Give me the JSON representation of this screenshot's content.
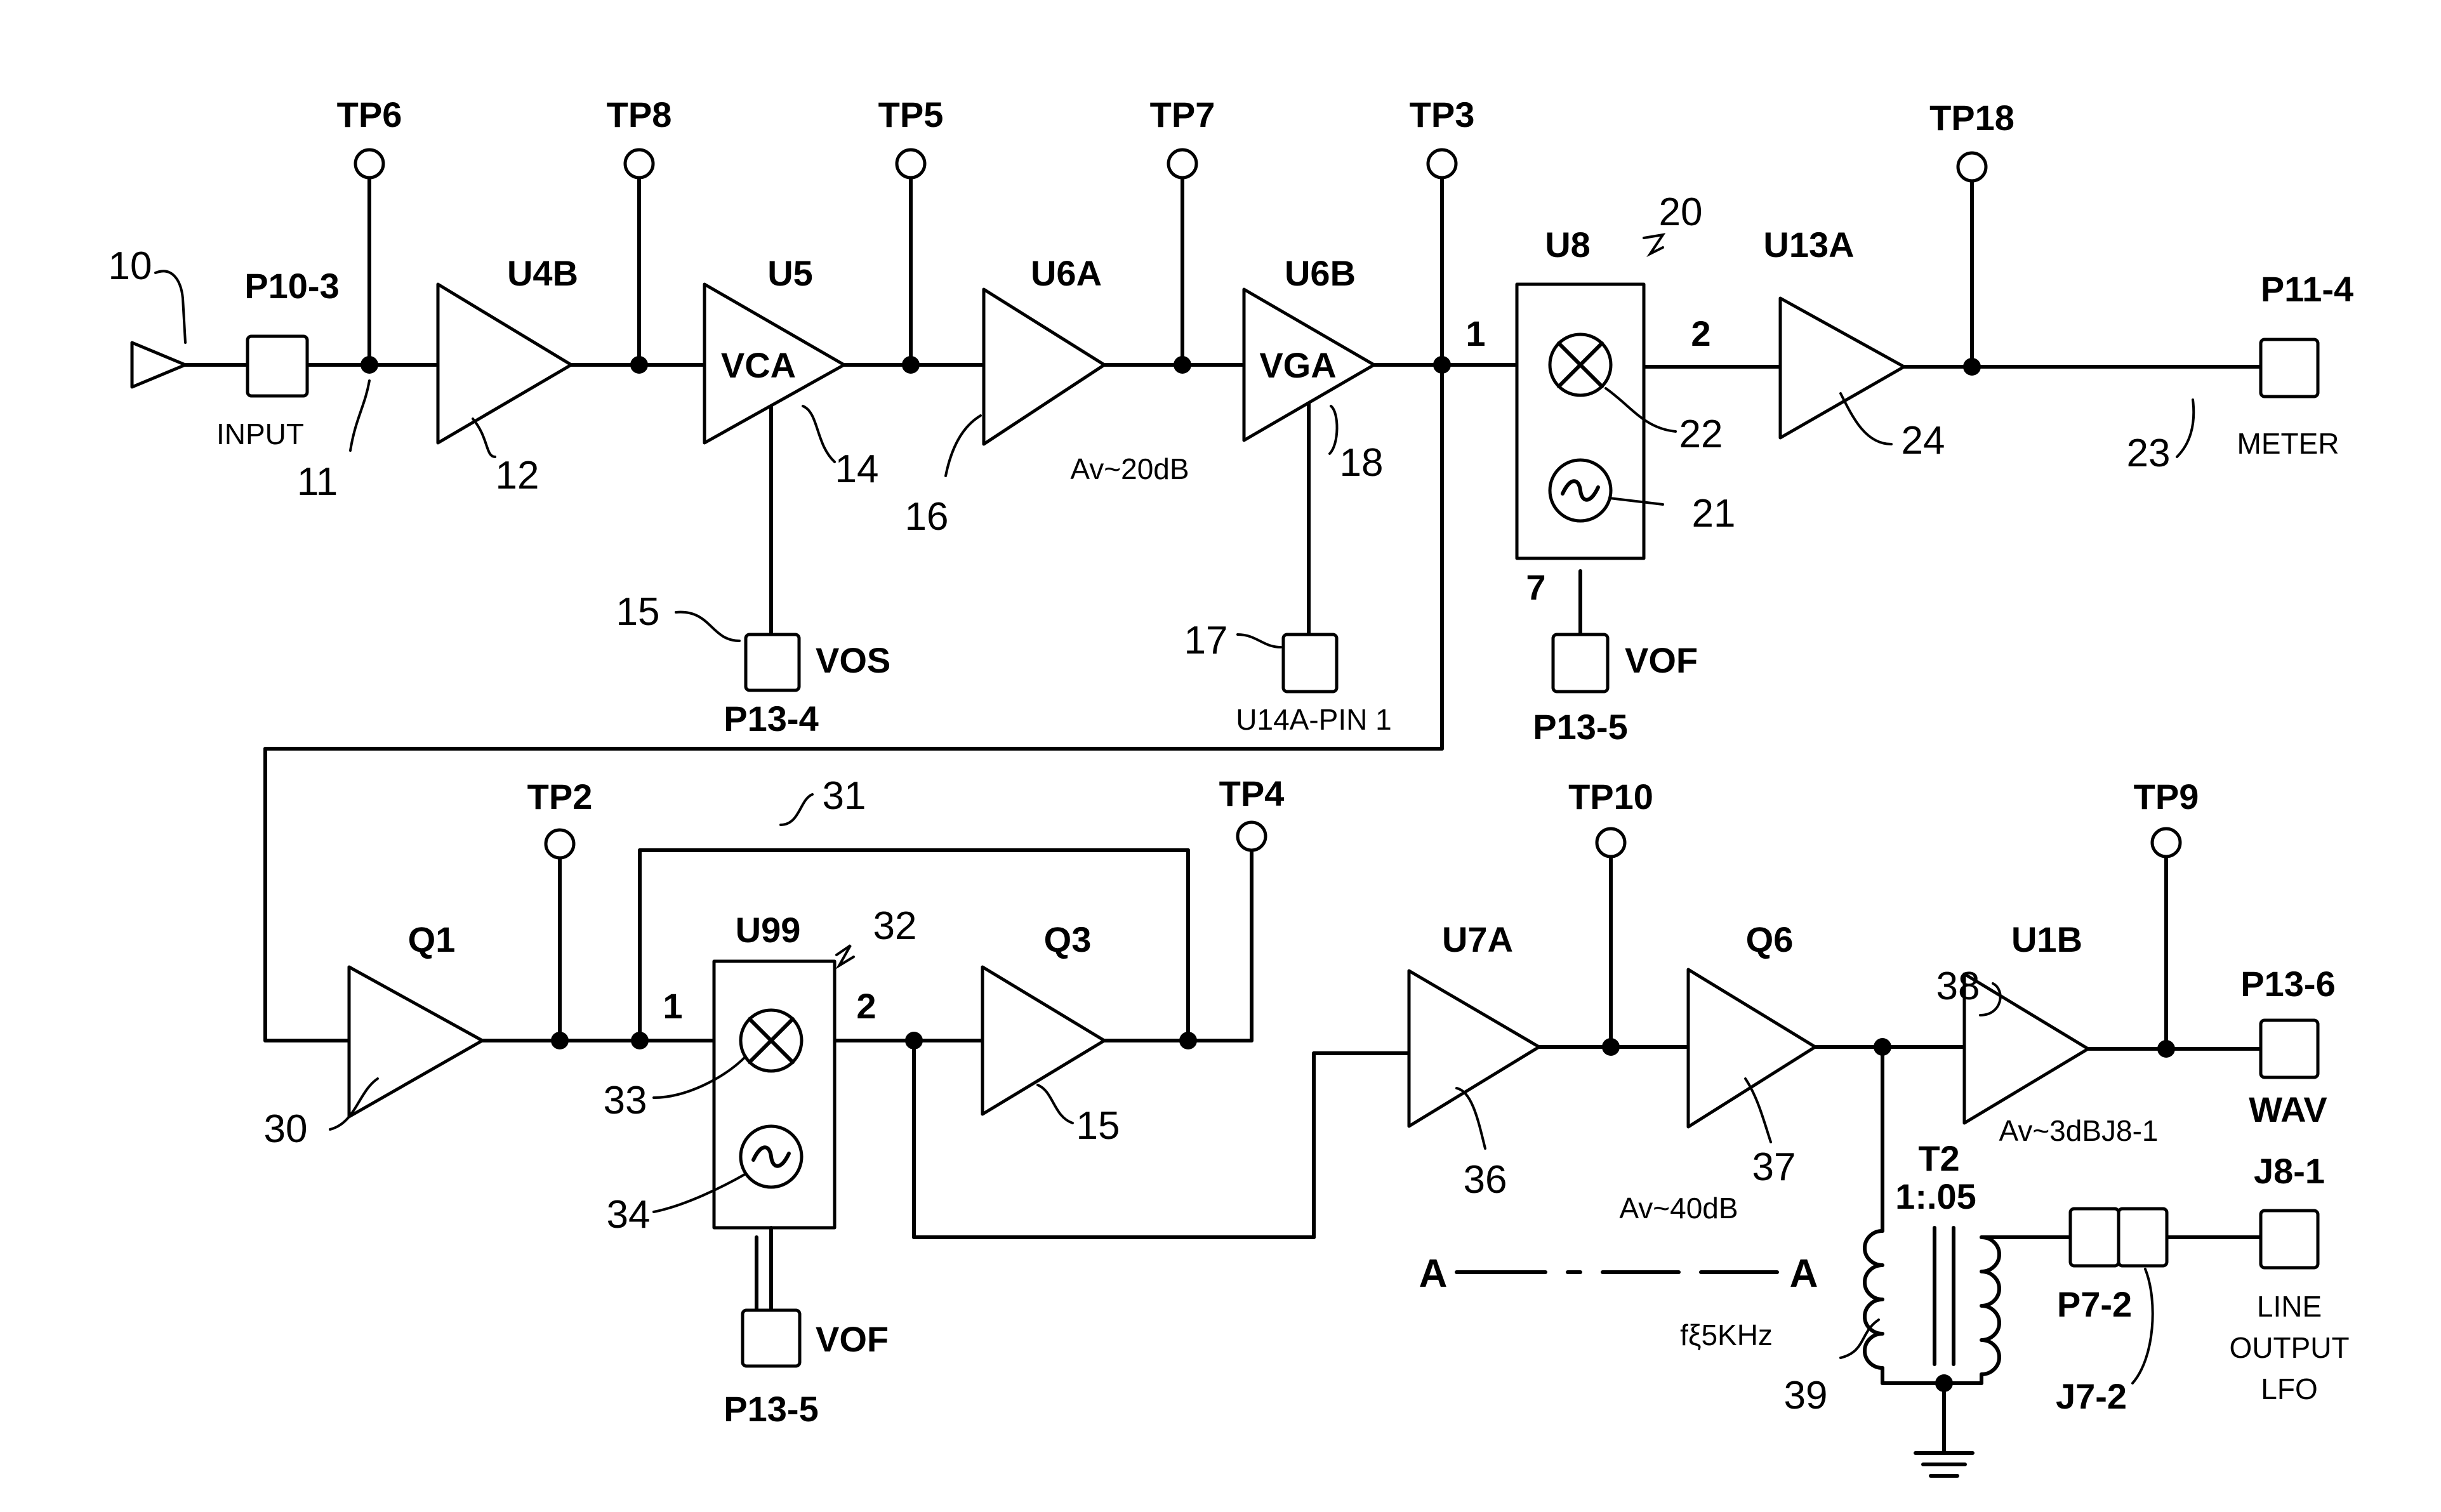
{
  "stage_labels": {
    "u4b": "U4B",
    "u5": "U5",
    "u6a": "U6A",
    "u6b": "U6B",
    "u8": "U8",
    "u13a": "U13A",
    "q1": "Q1",
    "u99": "U99",
    "q3": "Q3",
    "u7a": "U7A",
    "q6": "Q6",
    "u1b": "U1B"
  },
  "amp_text": {
    "vca": "VCA",
    "vga": "VGA"
  },
  "test_points": {
    "tp6": "TP6",
    "tp8": "TP8",
    "tp5": "TP5",
    "tp7": "TP7",
    "tp3": "TP3",
    "tp18": "TP18",
    "tp2": "TP2",
    "tp4": "TP4",
    "tp10": "TP10",
    "tp9": "TP9"
  },
  "connectors": {
    "p10_3": "P10-3",
    "input": "INPUT",
    "p11_4": "P11-4",
    "meter": "METER",
    "vos": "VOS",
    "p13_4": "P13-4",
    "u14a": "U14A-PIN 1",
    "vof_top": "VOF",
    "p13_5_top": "P13-5",
    "vof_bottom": "VOF",
    "p13_5_bottom": "P13-5",
    "p13_6": "P13-6",
    "wav": "WAV",
    "p7_2": "P7-2",
    "j7_2": "J7-2",
    "j8_1": "J8-1",
    "line": "LINE",
    "output": "OUTPUT",
    "lfo": "LFO"
  },
  "gains": {
    "u6a": "Av~20dB",
    "q6": "Av~40dB",
    "u1b": "Av~3dBJ8-1"
  },
  "transformer": {
    "name": "T2",
    "ratio": "1:.05",
    "freq": "fξ5KHz"
  },
  "section": {
    "a_left": "A",
    "a_right": "A"
  },
  "pins": {
    "u8_1": "1",
    "u8_2": "2",
    "u8_7": "7",
    "u99_1": "1",
    "u99_2": "2"
  },
  "refs": {
    "r10": "10",
    "r11": "11",
    "r12": "12",
    "r14": "14",
    "r15a": "15",
    "r16": "16",
    "r17": "17",
    "r18": "18",
    "r20": "20",
    "r21": "21",
    "r22": "22",
    "r23": "23",
    "r24": "24",
    "r30": "30",
    "r31": "31",
    "r32": "32",
    "r33": "33",
    "r34": "34",
    "r15b": "15",
    "r36": "36",
    "r37": "37",
    "r38": "38",
    "r39": "39"
  }
}
